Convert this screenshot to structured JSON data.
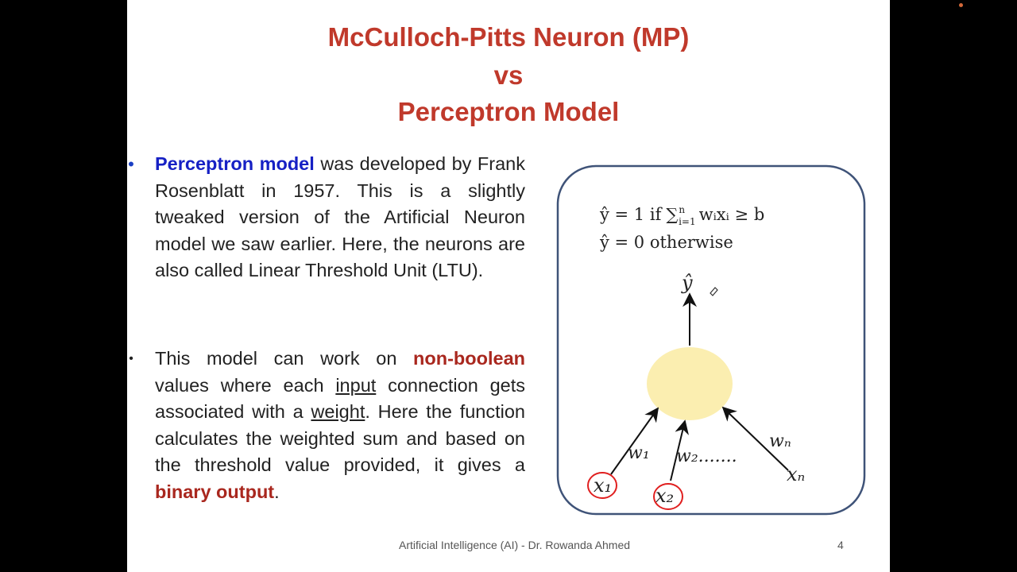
{
  "title": {
    "line1": "McCulloch-Pitts Neuron (MP)",
    "line2": "vs",
    "line3": "Perceptron Model"
  },
  "bullets": [
    {
      "marker": "•",
      "highlight": "Perceptron model",
      "text": " was developed by Frank Rosenblatt in 1957. This is a slightly tweaked version of the Artificial Neuron model we saw earlier. Here, the neurons are also called Linear Threshold Unit (LTU)."
    },
    {
      "marker": "•",
      "text1": "This model can work on ",
      "red1": "non-boolean",
      "text2": " values where each ",
      "ul1": "input",
      "text3": " connection gets associated with a ",
      "ul2": "weight",
      "text4": ". Here the function calculates the weighted sum and based on the threshold value provided, it gives a ",
      "red2": "binary output",
      "text5": "."
    }
  ],
  "diagram": {
    "eq1_lhs": "ŷ = 1 if",
    "eq1_sum": "∑",
    "eq1_sup": "n",
    "eq1_sub": "i=1",
    "eq1_rhs": "wᵢxᵢ ≥ b",
    "eq2": "ŷ = 0 otherwise",
    "output": "ŷ",
    "w1": "w₁",
    "w2": "w₂.......",
    "wn": "wₙ",
    "x1": "x₁",
    "x2": "x₂",
    "xn": "xₙ",
    "neuron_color": "#fbeeb0",
    "border_color": "#3f5378",
    "circle_color": "#e01f1f"
  },
  "footer": {
    "text": "Artificial Intelligence (AI) -  Dr. Rowanda Ahmed",
    "page": "4"
  }
}
